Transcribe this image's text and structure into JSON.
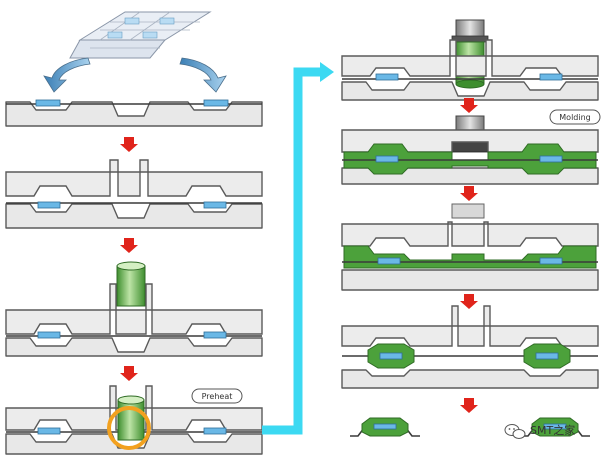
{
  "labels": {
    "molding": "Molding",
    "preheat": "Preheat"
  },
  "watermark": {
    "text": "SMT之家",
    "icon": "wechat-icon"
  },
  "colors": {
    "compound": "#4ca13b",
    "chip": "#6ab8e6",
    "flow_arrow": "#3cd9f2",
    "step_arrow": "#e0241b",
    "preheat_ring": "#f2a11f"
  }
}
